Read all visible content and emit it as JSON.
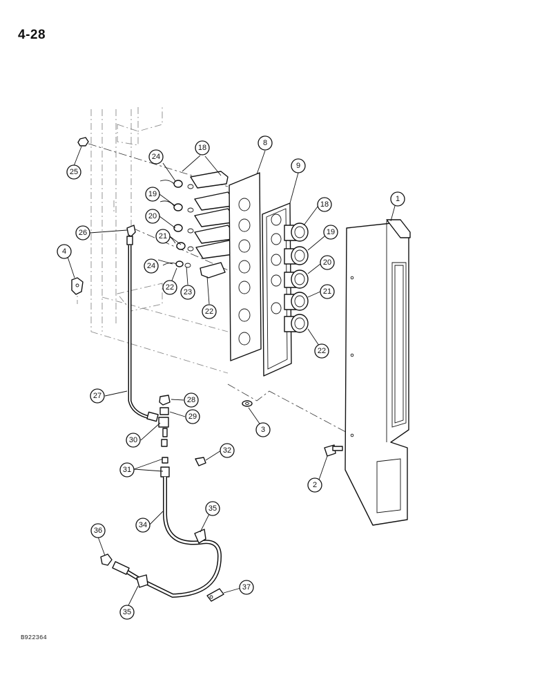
{
  "page": {
    "number": "4-28",
    "figure_code": "B922364"
  },
  "callouts": [
    "25",
    "24",
    "18",
    "19",
    "20",
    "21",
    "24",
    "22",
    "23",
    "22",
    "8",
    "9",
    "18",
    "19",
    "20",
    "21",
    "22",
    "1",
    "26",
    "4",
    "27",
    "28",
    "29",
    "30",
    "31",
    "32",
    "3",
    "2",
    "34",
    "35",
    "36",
    "35",
    "37"
  ],
  "colors": {
    "ink": "#111111",
    "ghost": "#888888",
    "paper": "#ffffff"
  }
}
